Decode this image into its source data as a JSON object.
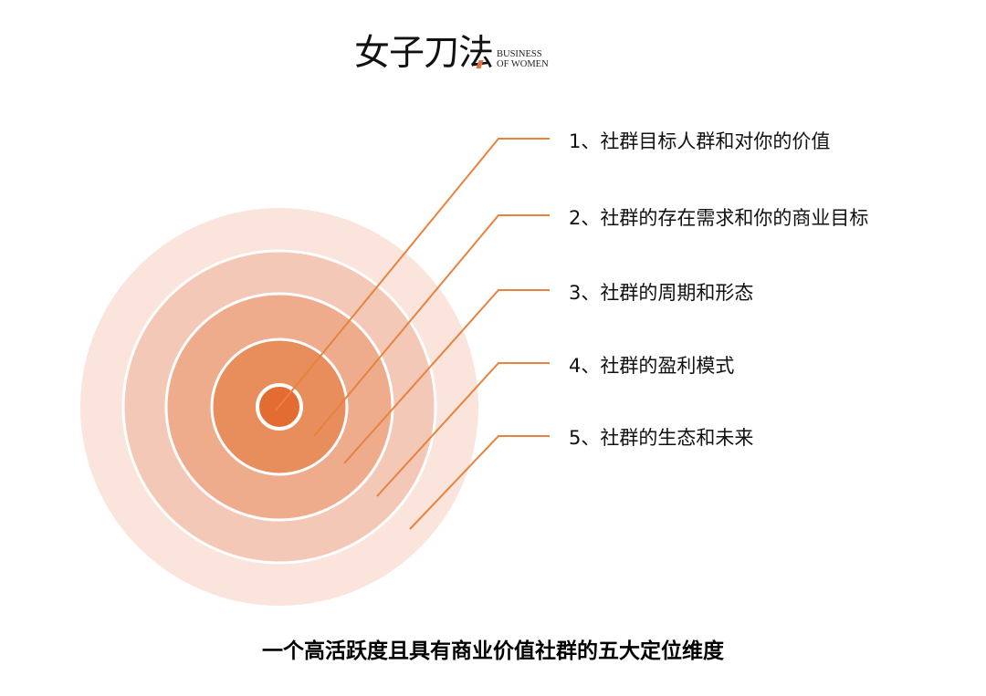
{
  "logo": {
    "cn": "女子刀法",
    "en_line1": "BUSINESS",
    "en_line2": "OF WOMEN"
  },
  "items": [
    {
      "label": "1、社群目标人群和对你的价值"
    },
    {
      "label": "2、社群的存在需求和你的商业目标"
    },
    {
      "label": "3、社群的周期和形态"
    },
    {
      "label": "4、社群的盈利模式"
    },
    {
      "label": "5、社群的生态和未来"
    }
  ],
  "caption": "一个高活跃度且具有商业价值社群的五大定位维度",
  "colors": {
    "ring_outer": "#fae4dc",
    "ring_2": "#f4c8b6",
    "ring_3": "#eeac8c",
    "ring_4": "#e88d5c",
    "ring_core": "#e26c32",
    "ring_divider": "#ffffff",
    "leader_line": "#e8823f"
  }
}
